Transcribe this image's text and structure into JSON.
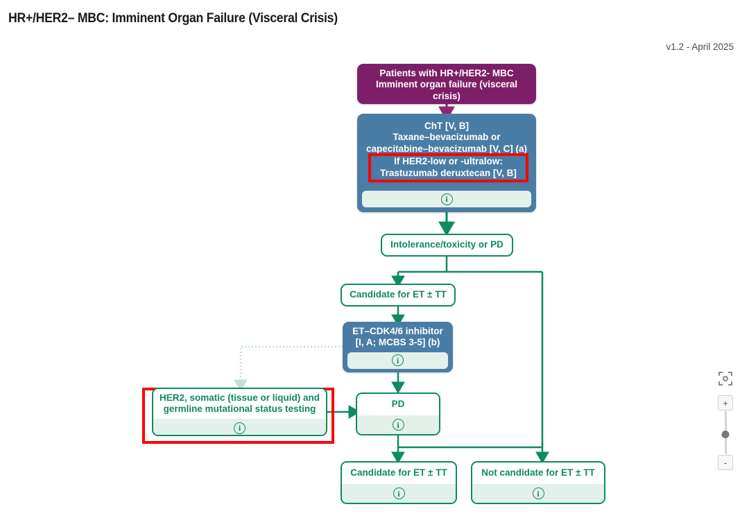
{
  "header": {
    "title": "HR+/HER2– MBC: Imminent Organ Failure (Visceral Crisis)",
    "version": "v1.2 - April 2025"
  },
  "nodes": {
    "start": {
      "id": "start",
      "type": "start-purple",
      "line1": "Patients with HR+/HER2- MBC",
      "line2": "Imminent organ failure (visceral crisis)"
    },
    "cht": {
      "id": "cht",
      "type": "treatment-blue",
      "line1": "ChT [V, B]",
      "line2": "Taxane–bevacizumab or",
      "line3": "capecitabine–bevacizumab [V, C] (a)",
      "info": "i"
    },
    "her2_low_overlay": {
      "id": "her2-low-overlay",
      "type": "annotation-red-filled",
      "line1": "If HER2-low or -ultralow:",
      "line2": "Trastuzumab deruxtecan [V, B]"
    },
    "intolerance": {
      "id": "intolerance",
      "type": "decision-green",
      "label": "Intolerance/toxicity or PD"
    },
    "candidate_et_1": {
      "id": "candidate-et-1",
      "type": "decision-green",
      "label": "Candidate for ET ± TT"
    },
    "et_cdk": {
      "id": "et-cdk46",
      "type": "treatment-blue",
      "line1": "ET–CDK4/6 inhibitor",
      "line2": "[I, A; MCBS 3-5] (b)",
      "info": "i"
    },
    "her2_testing": {
      "id": "her2-testing",
      "type": "testing-green",
      "line1": "HER2, somatic (tissue or liquid) and",
      "line2": "germline mutational status testing",
      "info": "i"
    },
    "pd": {
      "id": "pd",
      "type": "state-green",
      "label": "PD",
      "info": "i"
    },
    "candidate_et_2": {
      "id": "candidate-et-2",
      "type": "state-green",
      "label": "Candidate for ET ± TT",
      "info": "i"
    },
    "not_candidate_et": {
      "id": "not-candidate-et",
      "type": "state-green",
      "label": "Not candidate for ET ± TT",
      "info": "i"
    }
  },
  "controls": {
    "fit_icon": "fit-to-screen-icon",
    "zoom_in": "+",
    "zoom_out": "-"
  },
  "colors": {
    "purple": "#7d1f68",
    "blue": "#4a7da5",
    "green": "#0f8a5f",
    "info_bg": "#e4f0ea",
    "annotation_red": "#ff0000",
    "dashed_edge": "#bfe0d2"
  }
}
